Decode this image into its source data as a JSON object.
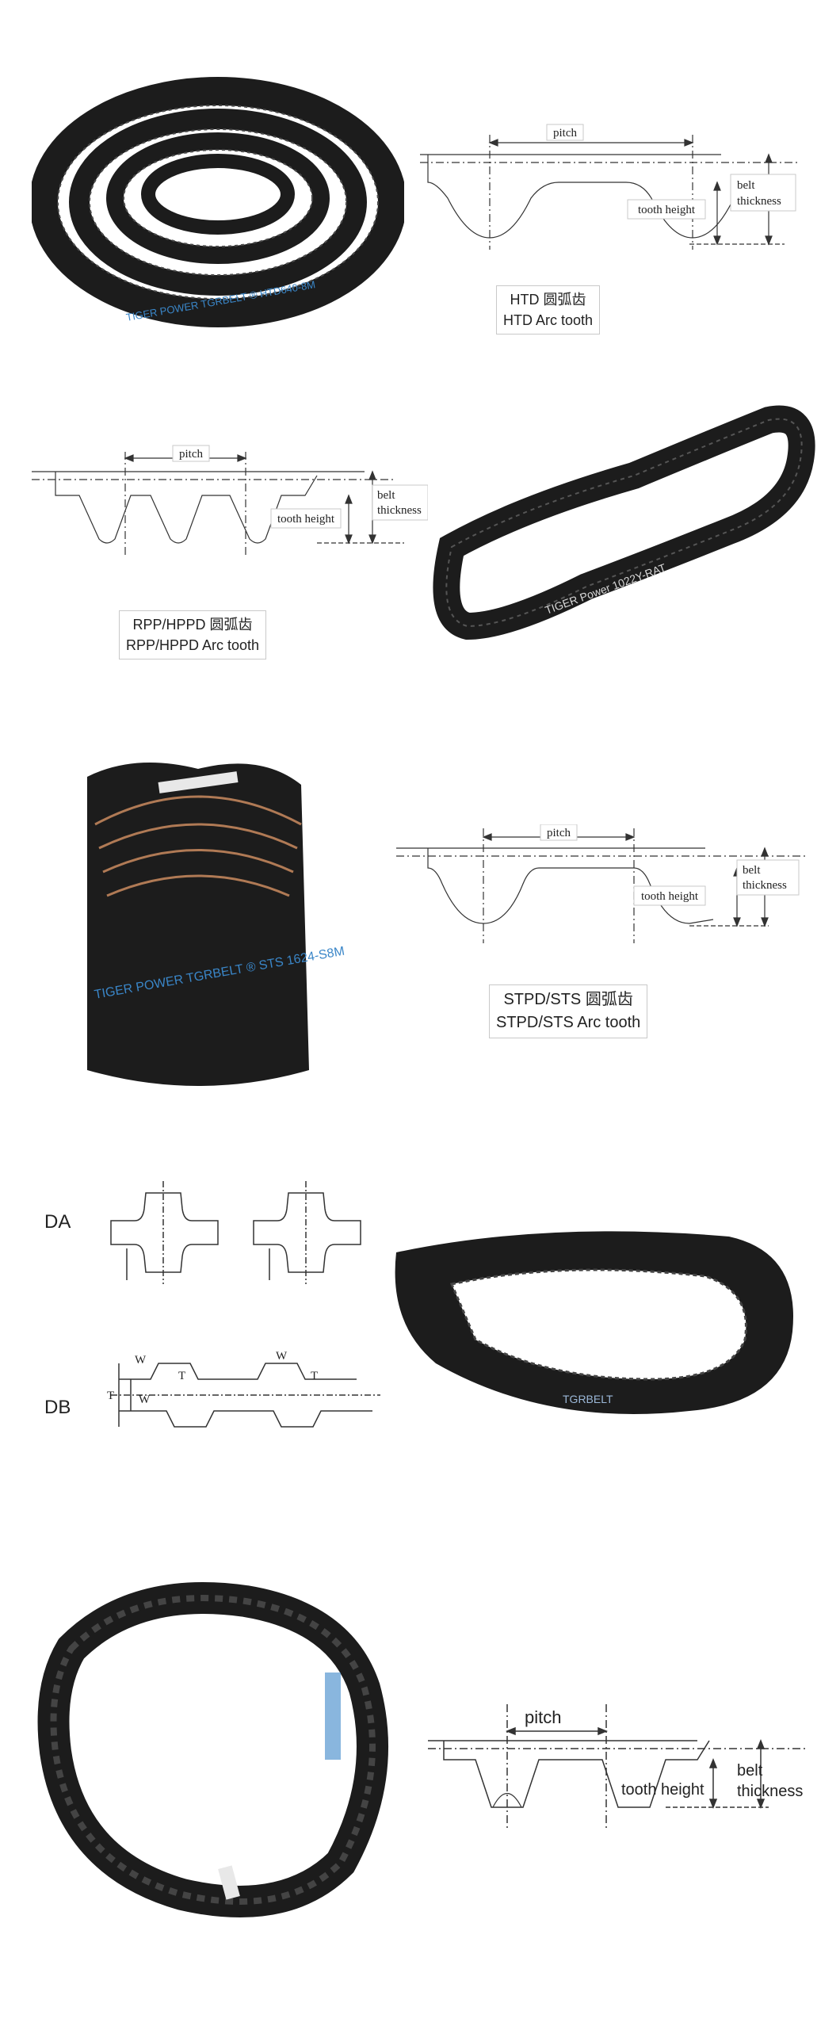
{
  "sections": [
    {
      "diagram": {
        "pitch": "pitch",
        "belt": "belt",
        "thickness": "thickness",
        "tooth_height": "tooth height"
      },
      "caption": {
        "line1": "HTD  圆弧齿",
        "line2": "HTD Arc tooth"
      },
      "belt_print": "TIGER POWER  TGRBELT ®   HTD640-8M"
    },
    {
      "diagram": {
        "pitch": "pitch",
        "belt": "belt",
        "thickness": "thickness",
        "tooth_height": "tooth height"
      },
      "caption": {
        "line1": "RPP/HPPD 圆弧齿",
        "line2": "RPP/HPPD Arc tooth"
      },
      "belt_print": "TIGER Power 1022Y-RAT"
    },
    {
      "diagram": {
        "pitch": "pitch",
        "belt": "belt",
        "thickness": "thickness",
        "tooth_height": "tooth height"
      },
      "caption": {
        "line1": "STPD/STS  圆弧齿",
        "line2": "STPD/STS Arc tooth"
      },
      "belt_print": "TIGER POWER  TGRBELT ®   STS 1624-S8M"
    },
    {
      "labels": {
        "da": "DA",
        "db": "DB",
        "w": "W",
        "t": "T"
      },
      "belt_print": "TGRBELT"
    },
    {
      "diagram": {
        "pitch": "pitch",
        "belt": "belt",
        "thickness": "thickness",
        "tooth_height": "tooth height"
      }
    }
  ],
  "colors": {
    "belt_black": "#1c1c1c",
    "belt_print_blue": "#3a86c8",
    "line": "#333333"
  }
}
